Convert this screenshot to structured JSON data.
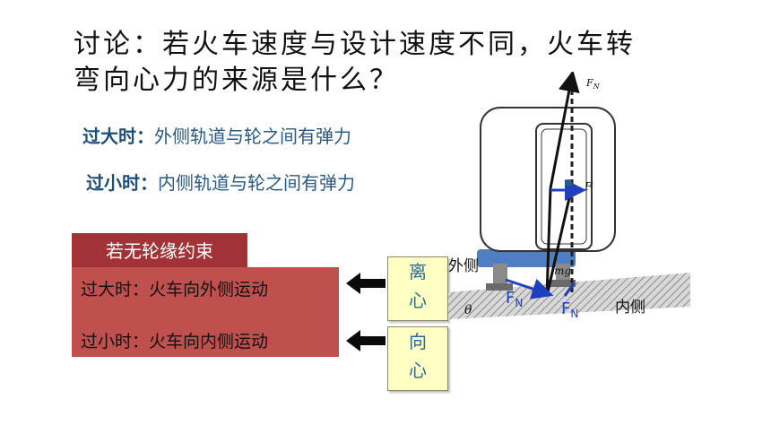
{
  "title": {
    "line1": "讨论：若火车速度与设计速度不同，火车转",
    "line2": "弯向心力的来源是什么？"
  },
  "conditions": [
    {
      "key": "过大时：",
      "text": "外侧轨道与轮之间有弹力"
    },
    {
      "key": "过小时：",
      "text": "内侧轨道与轮之间有弹力"
    }
  ],
  "no_flange": {
    "header": "若无轮缘约束",
    "lines": [
      "过大时：火车向外侧运动",
      "过小时：火车向内侧运动"
    ]
  },
  "result_boxes": [
    {
      "chars": [
        "离",
        "心"
      ]
    },
    {
      "chars": [
        "向",
        "心"
      ]
    }
  ],
  "diagram": {
    "outer_label": "外侧",
    "inner_label": "内侧",
    "theta": "θ",
    "fn_top": "F",
    "fn_top_sub": "N",
    "f_label": "F",
    "fn_left": "F",
    "fn_left_sub": "N",
    "fn_right": "F",
    "fn_right_sub": "N",
    "mg": "mg"
  },
  "colors": {
    "red_header": "#a33236",
    "red_box": "#c0504d",
    "yellow_box": "#ffffc4",
    "blue_text": "#2a5a82",
    "arrow_blue": "#1f3fbf"
  }
}
